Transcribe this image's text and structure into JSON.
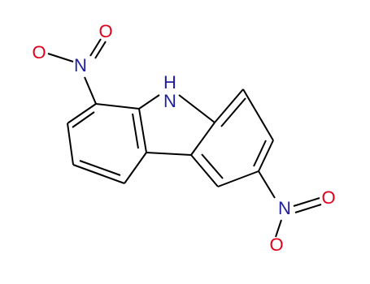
{
  "molecule": {
    "labels": {
      "nh": "H",
      "n_ring": "N",
      "nitro_top_n": "N",
      "nitro_top_o1": "O",
      "nitro_top_o2": "O",
      "nitro_bottom_n": "N",
      "nitro_bottom_o1": "O",
      "nitro_bottom_o2": "O"
    },
    "colors": {
      "nitrogen": "#1f1f9e",
      "oxygen": "#e0001a",
      "bond": "#000000",
      "background": "#ffffff"
    }
  }
}
